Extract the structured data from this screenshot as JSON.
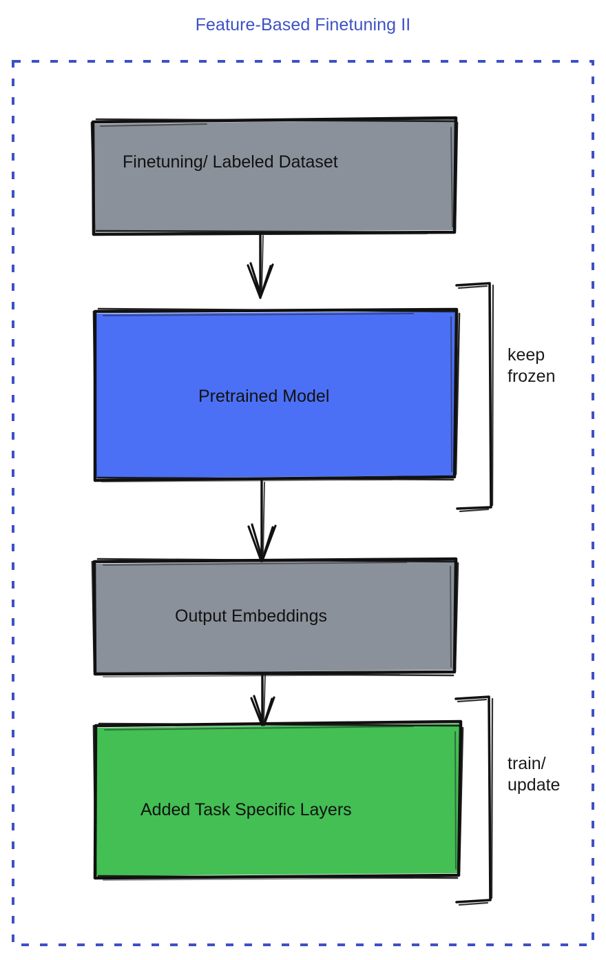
{
  "diagram": {
    "title": "Feature-Based Finetuning II",
    "title_color": "#3d51c4",
    "border_color": "#3d51c4",
    "border_style": "dashed",
    "background": "#ffffff",
    "type": "flowchart",
    "direction": "top-to-bottom",
    "nodes": [
      {
        "id": "dataset",
        "label": "Finetuning/ Labeled Dataset",
        "fill": "#8b919b",
        "stroke": "#111111",
        "shape": "rectangle"
      },
      {
        "id": "model",
        "label": "Pretrained Model",
        "fill": "#4c70f5",
        "stroke": "#111111",
        "shape": "rectangle"
      },
      {
        "id": "embeddings",
        "label": "Output Embeddings",
        "fill": "#8b919b",
        "stroke": "#111111",
        "shape": "rectangle"
      },
      {
        "id": "layers",
        "label": "Added Task Specific Layers",
        "fill": "#43bf54",
        "stroke": "#111111",
        "shape": "rectangle"
      }
    ],
    "edges": [
      {
        "from": "dataset",
        "to": "model",
        "arrow": "down"
      },
      {
        "from": "model",
        "to": "embeddings",
        "arrow": "down"
      },
      {
        "from": "embeddings",
        "to": "layers",
        "arrow": "down"
      }
    ],
    "annotations": [
      {
        "id": "keep-frozen",
        "label": "keep\nfrozen",
        "line1": "keep",
        "line2": "frozen",
        "targets": [
          "model"
        ],
        "marker": "bracket"
      },
      {
        "id": "train-update",
        "label": "train/\nupdate",
        "line1": "train/",
        "line2": "update",
        "targets": [
          "layers"
        ],
        "marker": "bracket"
      }
    ]
  }
}
